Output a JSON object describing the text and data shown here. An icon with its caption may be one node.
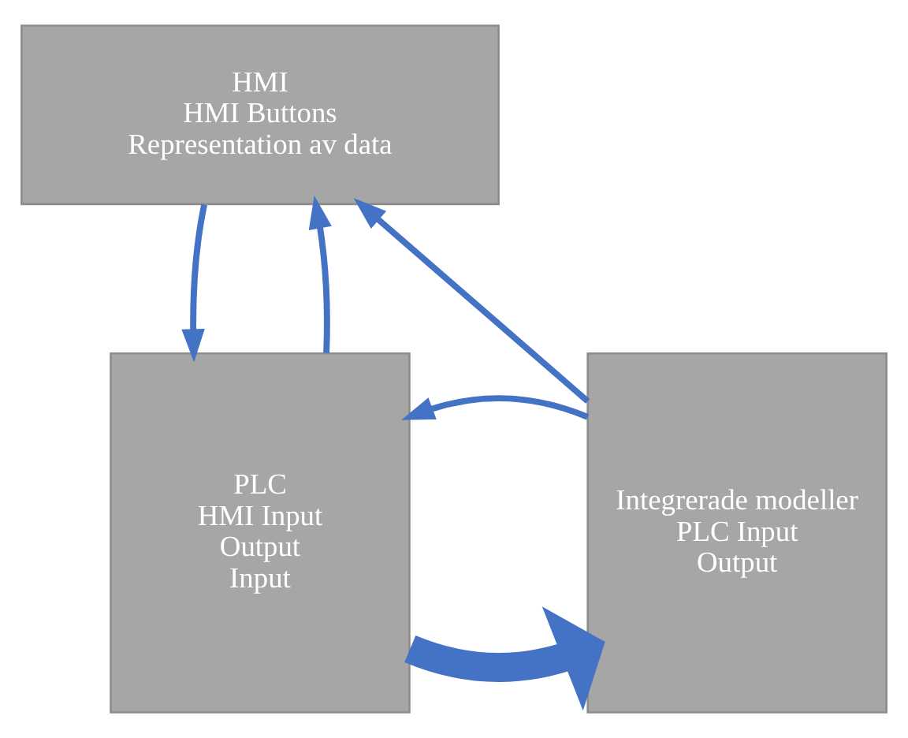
{
  "diagram": {
    "nodes": [
      {
        "text": [
          "HMI",
          "HMI Buttons",
          "Representation av data"
        ]
      },
      {
        "text": [
          "PLC",
          "HMI Input",
          "Output",
          "Input"
        ]
      },
      {
        "text": [
          "Integrerade modeller",
          "PLC Input",
          "Output"
        ]
      }
    ],
    "edges": [
      {
        "from": 0,
        "to": 1,
        "arrow": "to"
      },
      {
        "from": 1,
        "to": 2,
        "arrow": "to",
        "style": "thick"
      },
      {
        "from": 1,
        "to": 0,
        "arrow": "to"
      },
      {
        "from": 2,
        "to": 1,
        "arrow": "to"
      },
      {
        "from": 2,
        "to": 0,
        "arrow": "to"
      }
    ]
  }
}
